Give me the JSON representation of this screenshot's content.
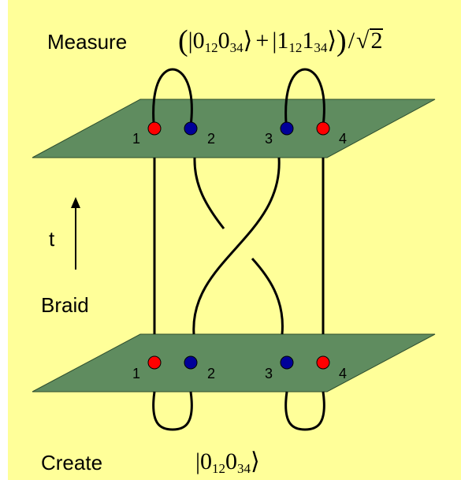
{
  "labels": {
    "measure": "Measure",
    "braid": "Braid",
    "create": "Create",
    "time_axis": "t"
  },
  "measure_state": {
    "term1_first": "0",
    "term1_first_sub": "12",
    "term1_second": "0",
    "term1_second_sub": "34",
    "plus": "+",
    "term2_first": "1",
    "term2_first_sub": "12",
    "term2_second": "1",
    "term2_second_sub": "34",
    "divide": "/",
    "sqrt_arg": "2"
  },
  "create_state": {
    "first": "0",
    "first_sub": "12",
    "second": "0",
    "second_sub": "34"
  },
  "top_plane_particles": [
    {
      "label": "1",
      "color": "#ff0000"
    },
    {
      "label": "2",
      "color": "#000099"
    },
    {
      "label": "3",
      "color": "#000099"
    },
    {
      "label": "4",
      "color": "#ff0000"
    }
  ],
  "bottom_plane_particles": [
    {
      "label": "1",
      "color": "#ff0000"
    },
    {
      "label": "2",
      "color": "#000099"
    },
    {
      "label": "3",
      "color": "#000099"
    },
    {
      "label": "4",
      "color": "#ff0000"
    }
  ],
  "colors": {
    "background": "#ffff99",
    "plane": "#5f8c5f",
    "strand": "#000000",
    "particle_red": "#ff0000",
    "particle_blue": "#000099"
  }
}
